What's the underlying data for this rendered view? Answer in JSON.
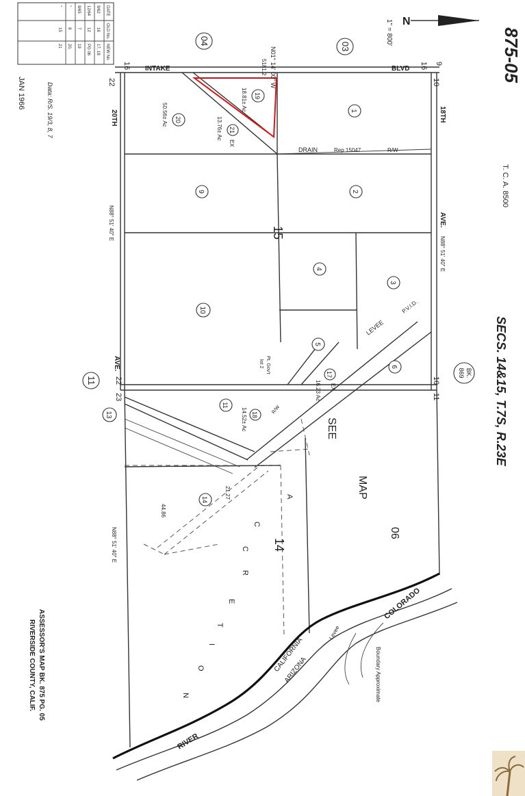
{
  "sheet": {
    "map_number": "875-05",
    "tca": "T. C. A. 8500",
    "sections": "SECS. 14&15, T.7S, R.23E",
    "book_ref_top": "BK.",
    "book_ref_bottom": "869",
    "date": "JAN 1966",
    "data_note": "Data: R/S. 19/3, 8, 7",
    "scale": "1\" = 800'",
    "assessor_title": "ASSESSOR'S MAP BK. 875 PG. 05",
    "county": "RIVERSIDE COUNTY, CALIF."
  },
  "revision_table": {
    "headers": [
      "DATE",
      "OLD No.",
      "NEW No."
    ],
    "rows": [
      [
        "9/62",
        "16",
        "17, 18"
      ],
      [
        "12/64",
        "12",
        "PG 06"
      ],
      [
        "8/65",
        "7",
        "19"
      ],
      [
        "\"",
        "8",
        "20,"
      ],
      [
        "\"",
        "15",
        "21"
      ]
    ]
  },
  "books": [
    {
      "number": "04"
    },
    {
      "number": "03"
    },
    {
      "number": "11"
    },
    {
      "number": "13"
    }
  ],
  "streets": {
    "intake": "INTAKE",
    "blvd": "BLVD",
    "twentieth": "20TH",
    "eighteenth": "18TH",
    "ave_left": "AVE.",
    "ave_right": "AVE."
  },
  "corners": [
    "16",
    "16",
    "9",
    "22",
    "10",
    "22",
    "23",
    "10",
    "11"
  ],
  "bearings": {
    "top": "N01° 14' 00\" W",
    "top_length": "5181.2",
    "left": "N88° 51' 40\" E",
    "right": "N88° 51' 40\" E",
    "lower": "N88° 51' 40\" E"
  },
  "drain": {
    "text": "DRAIN",
    "rep": "Rep 15047",
    "rw": "R/W"
  },
  "levee": {
    "text": "LEVEE",
    "pvid": "P.V.I.D."
  },
  "section_numbers": {
    "s15": "15",
    "s14": "14"
  },
  "parcels": [
    {
      "id": "1"
    },
    {
      "id": "2"
    },
    {
      "id": "3"
    },
    {
      "id": "4"
    },
    {
      "id": "5"
    },
    {
      "id": "6"
    },
    {
      "id": "9"
    },
    {
      "id": "10"
    },
    {
      "id": "11"
    },
    {
      "id": "14"
    },
    {
      "id": "17"
    },
    {
      "id": "18"
    },
    {
      "id": "19"
    },
    {
      "id": "20"
    },
    {
      "id": "21"
    }
  ],
  "areas": {
    "p19": "18.81± Ac",
    "p20": "50.56± Ac",
    "p21": "13.76± Ac",
    "p17": "16.23 Ac",
    "p18": "14.52± Ac",
    "p14a": "44.86",
    "p14b": "21.27"
  },
  "labels": {
    "ex1": "EX",
    "ex2": "EX",
    "pt_govt": "Pt. Gov't",
    "lot2": "lot 2",
    "see": "SEE",
    "map": "MAP",
    "map_no": "06",
    "accretion": [
      "A",
      "C",
      "C",
      "R",
      "E",
      "T",
      "I",
      "O",
      "N"
    ],
    "colorado": "COLORADO",
    "river": "RIVER",
    "california": "CALIFORNIA",
    "arizona": "ARIZONA",
    "boundary": "Boundary Approximate",
    "levee_small": "Levee",
    "rw_small": "R/W"
  }
}
